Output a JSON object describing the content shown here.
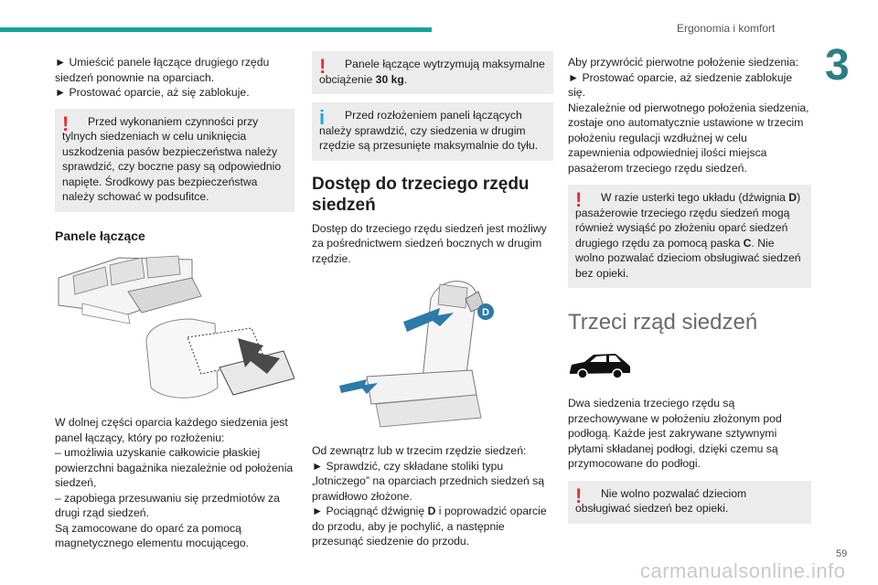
{
  "header": {
    "title": "Ergonomia i komfort",
    "chapter": "3"
  },
  "col1": {
    "intro": [
      "► Umieścić panele łączące drugiego rzędu siedzeń ponownie na oparciach.",
      "► Prostować oparcie, aż się zablokuje."
    ],
    "warning": "Przed wykonaniem czynności przy tylnych siedzeniach w celu uniknięcia uszkodzenia pasów bezpieczeństwa należy sprawdzić, czy boczne pasy są odpowiednio napięte. Środkowy pas bezpieczeństwa należy schować w podsufitce.",
    "heading": "Panele łączące",
    "body": [
      "W dolnej części oparcia każdego siedzenia jest panel łączący, który po rozłożeniu:",
      "– umożliwia uzyskanie całkowicie płaskiej powierzchni bagażnika niezależnie od położenia siedzeń,",
      "– zapobiega przesuwaniu się przedmiotów za drugi rząd siedzeń.",
      "Są zamocowane do oparć za pomocą magnetycznego elementu mocującego."
    ]
  },
  "col2": {
    "warning_pre": "Panele łączące wytrzymują maksymalne obciążenie ",
    "warning_bold": "30 kg",
    "warning_post": ".",
    "info": "Przed rozłożeniem paneli łączących należy sprawdzić, czy siedzenia w drugim rzędzie są przesunięte maksymalnie do tyłu.",
    "heading": "Dostęp do trzeciego rzędu siedzeń",
    "intro": "Dostęp do trzeciego rzędu siedzeń jest możliwy za pośrednictwem siedzeń bocznych w drugim rzędzie.",
    "figure_label": "D",
    "steps_intro": "Od zewnątrz lub w trzecim rzędzie siedzeń:",
    "step1": "► Sprawdzić, czy składane stoliki typu „lotniczego” na oparciach przednich siedzeń są prawidłowo złożone.",
    "step2_pre": "► Pociągnąć dźwignię ",
    "step2_bold": "D",
    "step2_post": " i poprowadzić oparcie do przodu, aby je pochylić, a następnie przesunąć siedzenie do przodu."
  },
  "col3": {
    "intro": [
      "Aby przywrócić pierwotne położenie siedzenia:",
      "► Prostować oparcie, aż siedzenie zablokuje się.",
      "Niezależnie od pierwotnego położenia siedzenia, zostaje ono automatycznie ustawione w trzecim położeniu regulacji wzdłużnej w celu zapewnienia odpowiedniej ilości miejsca pasażerom trzeciego rzędu siedzeń."
    ],
    "warning_a": "W razie usterki tego układu (dźwignia ",
    "warning_b": "D",
    "warning_c": ") pasażerowie trzeciego rzędu siedzeń mogą również wysiąść po złożeniu oparć siedzeń drugiego rzędu za pomocą paska ",
    "warning_d": "C",
    "warning_e": ". Nie wolno pozwalać dzieciom obsługiwać siedzeń bez opieki.",
    "heading": "Trzeci rząd siedzeń",
    "body": "Dwa siedzenia trzeciego rzędu są przechowywane w położeniu złożonym pod podłogą. Każde jest zakrywane sztywnymi płytami składanej podłogi, dzięki czemu są przymocowane do podłogi.",
    "warning2": "Nie wolno pozwalać dzieciom obsługiwać siedzeń bez opieki."
  },
  "footer": {
    "page": "59",
    "watermark": "carmanualsonline.info"
  },
  "colors": {
    "accent": "#15a39a",
    "warning": "#e52e2e",
    "info": "#1ea9e1",
    "box": "#ececec"
  },
  "icons": {
    "warning": "warning-icon",
    "info": "info-icon",
    "car": "car-silhouette-icon"
  }
}
